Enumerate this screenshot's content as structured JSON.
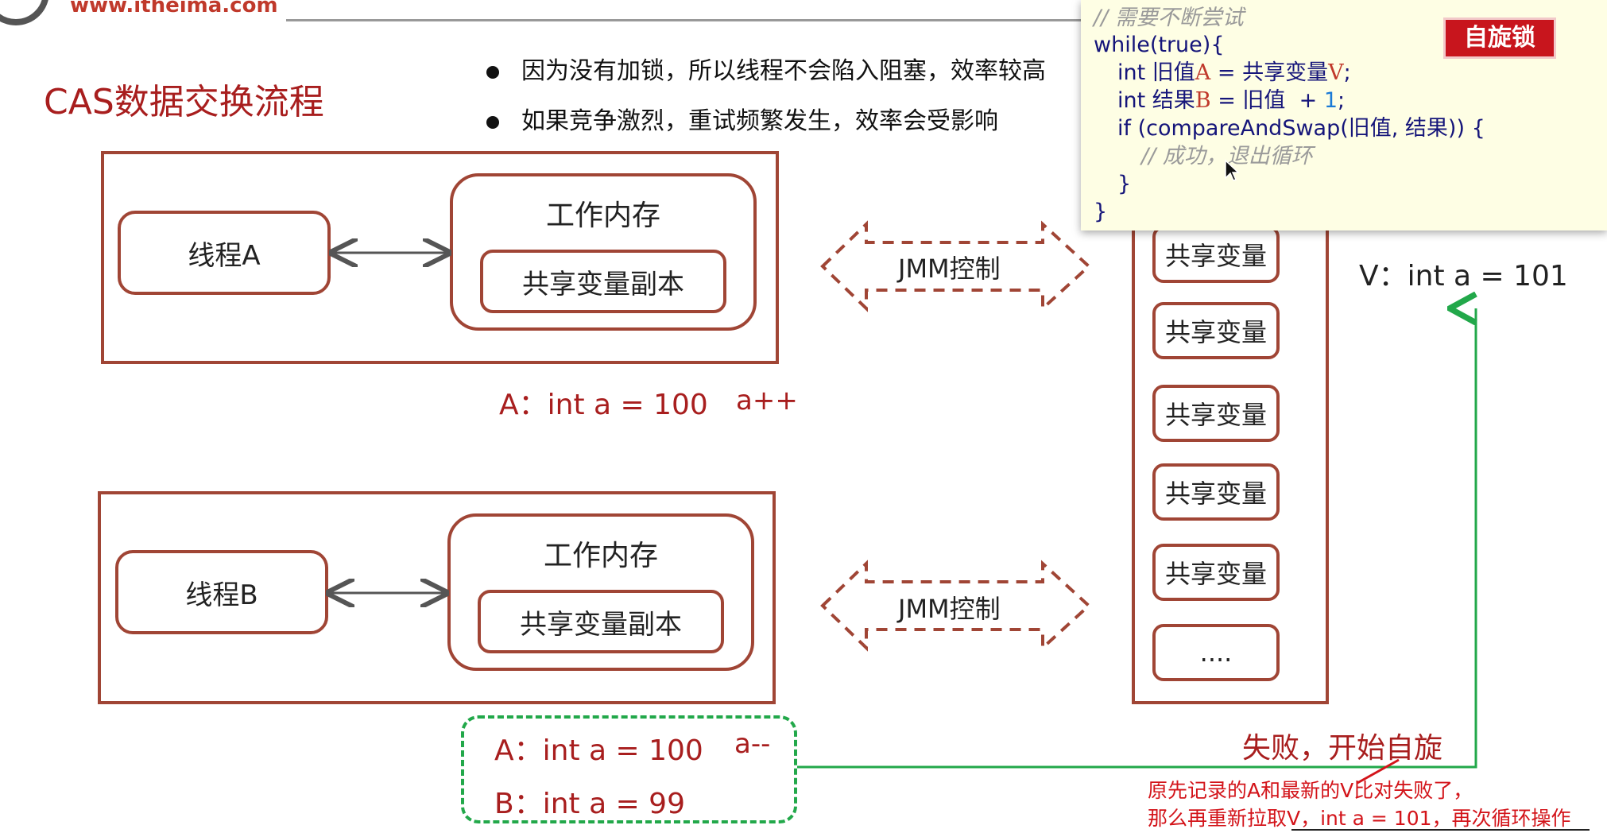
{
  "header": {
    "site_url": "www.itheima.com",
    "slide_title": "CAS数据交换流程"
  },
  "bullets": [
    "因为没有加锁，所以线程不会陷入阻塞，效率较高",
    "如果竞争激烈，重试频繁发生，效率会受影响"
  ],
  "thread_a": {
    "thread_label": "线程A",
    "memory_title": "工作内存",
    "copy_label": "共享变量副本",
    "note_a": "A：int a = 100",
    "op": "a++"
  },
  "thread_b": {
    "thread_label": "线程B",
    "memory_title": "工作内存",
    "copy_label": "共享变量副本",
    "note_a": "A：int a = 100",
    "op": "a--",
    "note_b": "B：int a = 99"
  },
  "jmm": {
    "label_top": "JMM控制",
    "label_bottom": "JMM控制"
  },
  "main_memory": {
    "slots": [
      "共享变量",
      "共享变量",
      "共享变量",
      "共享变量",
      "共享变量",
      "...."
    ],
    "v_value": "V：int a = 101"
  },
  "code_panel": {
    "badge": "自旋锁",
    "line1": "// 需要不断尝试",
    "line2_kw": "while",
    "line2_paren": "(",
    "line2_true": "true",
    "line2_end": "){",
    "line3_type": "int",
    "line3_name": " 旧值",
    "line3_var": "A",
    "line3_mid": " = 共享变量",
    "line3_v": "V",
    "line3_end": ";",
    "line4_type": "int",
    "line4_name": " 结果",
    "line4_var": "B",
    "line4_mid": " = 旧值  + ",
    "line4_num": "1",
    "line4_end": ";",
    "line5_kw": "if",
    "line5_rest": " (compareAndSwap(旧值, 结果)) {",
    "line6": "// 成功，退出循环",
    "line7": "}",
    "line8": "}"
  },
  "annotations": {
    "fail_title": "失败，开始自旋",
    "fail_note_1": "原先记录的A和最新的V比对失败了，",
    "fail_note_2": "那么再重新拉取V，int a = 101，再次循环操作"
  },
  "colors": {
    "box_border": "#a04535",
    "title_red": "#a81e1e",
    "green_line": "#22a84a",
    "note_red": "#d3141a"
  }
}
